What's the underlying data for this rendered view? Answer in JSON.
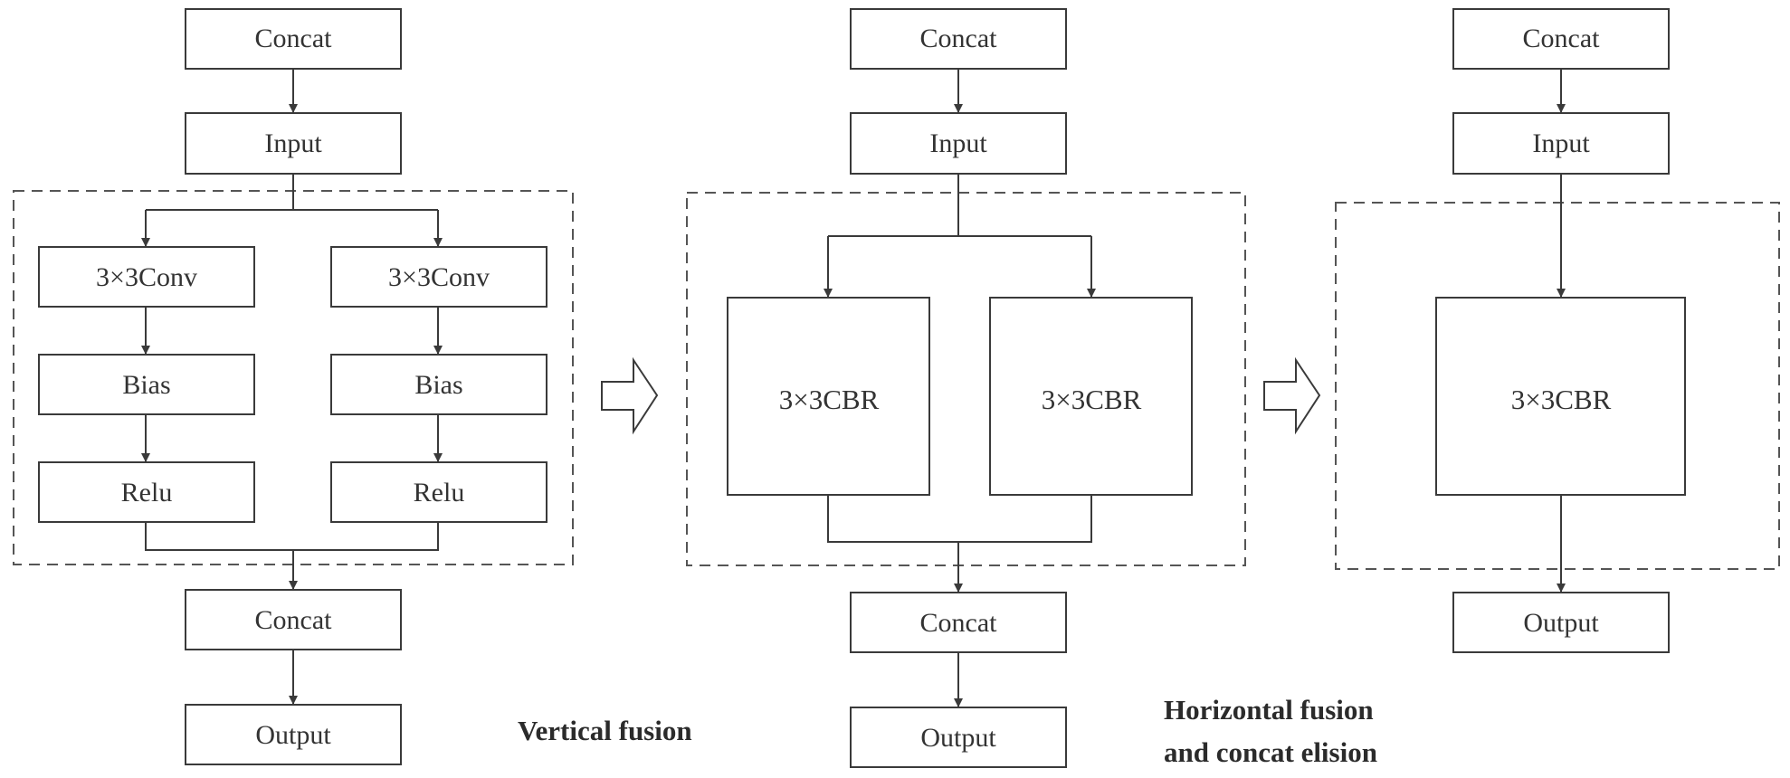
{
  "panel_vertical": {
    "top_concat": "Concat",
    "input": "Input",
    "left_conv": "3×3Conv",
    "right_conv": "3×3Conv",
    "left_bias": "Bias",
    "right_bias": "Bias",
    "left_relu": "Relu",
    "right_relu": "Relu",
    "bottom_concat": "Concat",
    "output": "Output",
    "caption": "Vertical fusion"
  },
  "panel_horizontal": {
    "top_concat": "Concat",
    "input": "Input",
    "left_cbr": "3×3CBR",
    "right_cbr": "3×3CBR",
    "bottom_concat": "Concat",
    "output": "Output",
    "caption_line1": "Horizontal fusion",
    "caption_line2": "and concat elision"
  },
  "panel_elision": {
    "top_concat": "Concat",
    "input": "Input",
    "cbr": "3×3CBR",
    "output": "Output"
  }
}
